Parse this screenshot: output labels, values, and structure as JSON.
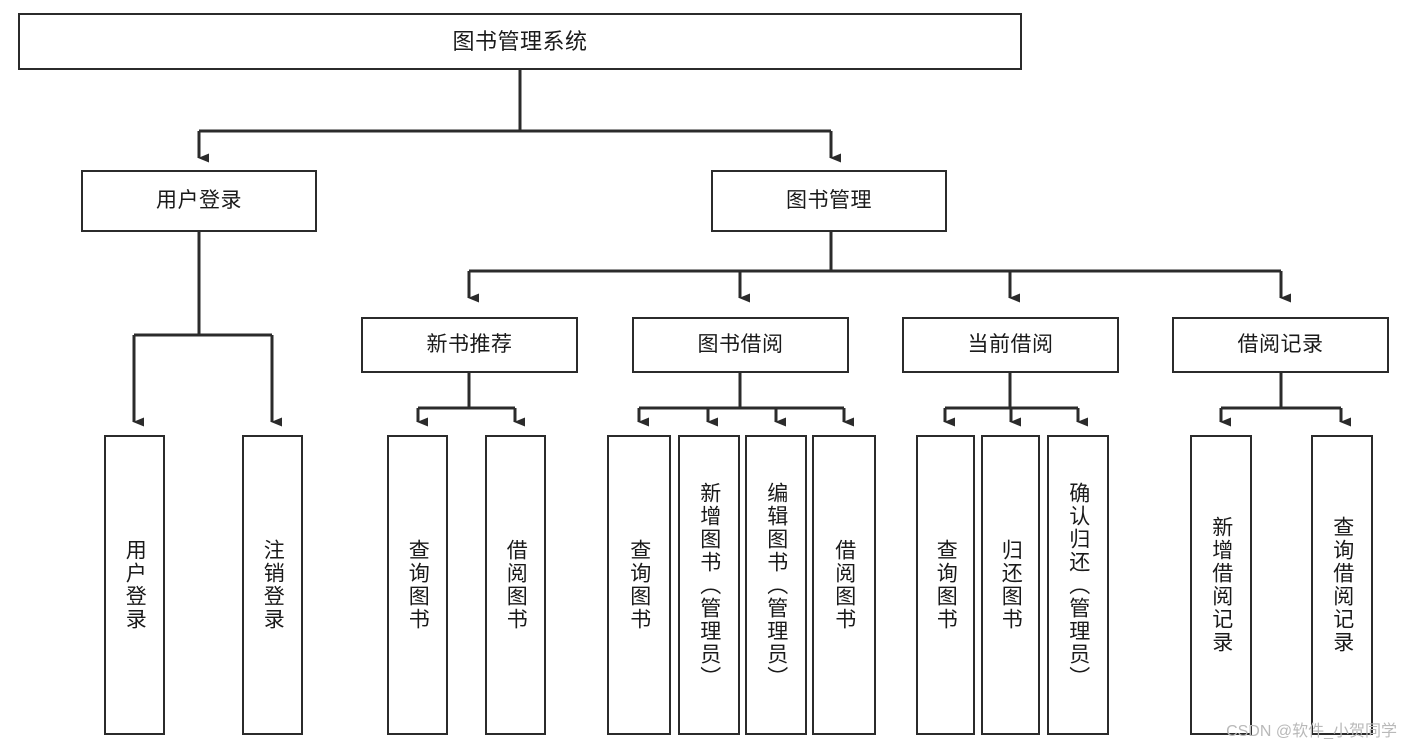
{
  "diagram": {
    "type": "tree-hierarchy-chart",
    "title": "图书管理系统",
    "orientation": "top-down",
    "line_color": "#2b2b2b",
    "box_fill": "#ffffff",
    "text_color": "#1a1a1a"
  },
  "nodes": {
    "root": {
      "label": "图书管理系统",
      "level": 1
    },
    "level2": [
      {
        "id": "user-login",
        "label": "用户登录",
        "level": 2
      },
      {
        "id": "book-manage",
        "label": "图书管理",
        "level": 2
      }
    ],
    "level3": [
      {
        "id": "new-book-recommend",
        "label": "新书推荐",
        "level": 3
      },
      {
        "id": "book-borrow",
        "label": "图书借阅",
        "level": 3
      },
      {
        "id": "current-borrow",
        "label": "当前借阅",
        "level": 3
      },
      {
        "id": "borrow-record",
        "label": "借阅记录",
        "level": 3
      }
    ],
    "leaves": {
      "user-login": [
        {
          "id": "leaf-user-login",
          "label": "用户登录"
        },
        {
          "id": "leaf-user-logout",
          "label": "注销登录"
        }
      ],
      "new-book-recommend": [
        {
          "id": "leaf-query-book-1",
          "label": "查询图书"
        },
        {
          "id": "leaf-borrow-book-1",
          "label": "借阅图书"
        }
      ],
      "book-borrow": [
        {
          "id": "leaf-query-book-2",
          "label": "查询图书"
        },
        {
          "id": "leaf-add-book",
          "label": "新增图书（管理员）"
        },
        {
          "id": "leaf-edit-book",
          "label": "编辑图书（管理员）"
        },
        {
          "id": "leaf-borrow-book-2",
          "label": "借阅图书"
        }
      ],
      "current-borrow": [
        {
          "id": "leaf-query-book-3",
          "label": "查询图书"
        },
        {
          "id": "leaf-return-book",
          "label": "归还图书"
        },
        {
          "id": "leaf-confirm-return",
          "label": "确认归还（管理员）"
        }
      ],
      "borrow-record": [
        {
          "id": "leaf-add-record",
          "label": "新增借阅记录"
        },
        {
          "id": "leaf-query-record",
          "label": "查询借阅记录"
        }
      ]
    }
  },
  "watermark": {
    "text": "CSDN @软件_小贺同学"
  }
}
